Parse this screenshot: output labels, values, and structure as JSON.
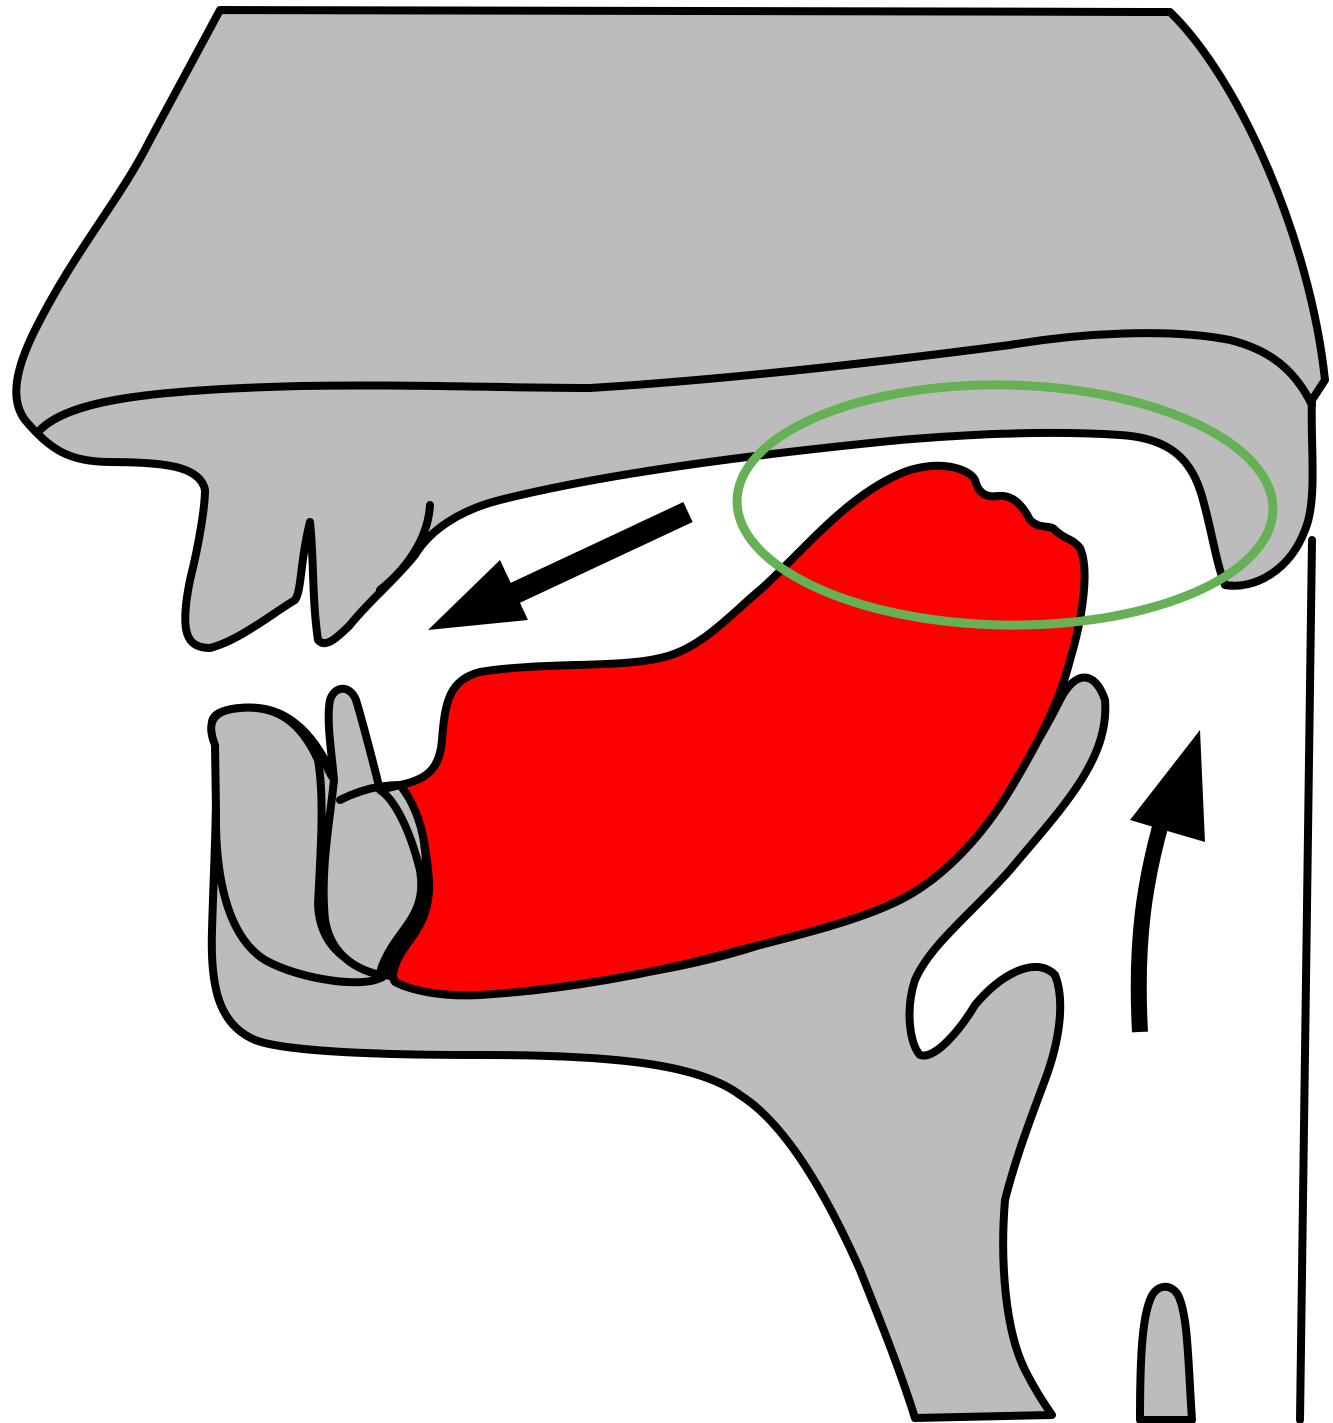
{
  "colors": {
    "tissue": "#bbbcbb",
    "tongue": "#ff0000",
    "highlight": "#66b055",
    "outline": "#000000",
    "background": "#ffffff"
  },
  "parts": [
    "nasal-cavity-roof",
    "upper-lip-and-teeth",
    "lower-lip-and-jaw",
    "tongue",
    "epiglottis",
    "pharynx-back-wall"
  ],
  "arrows": [
    {
      "name": "oral-airflow-arrow",
      "direction": "forward"
    },
    {
      "name": "pharyngeal-airflow-arrow",
      "direction": "upward"
    }
  ],
  "highlight": {
    "name": "place-of-articulation-ellipse",
    "region": "velum"
  }
}
